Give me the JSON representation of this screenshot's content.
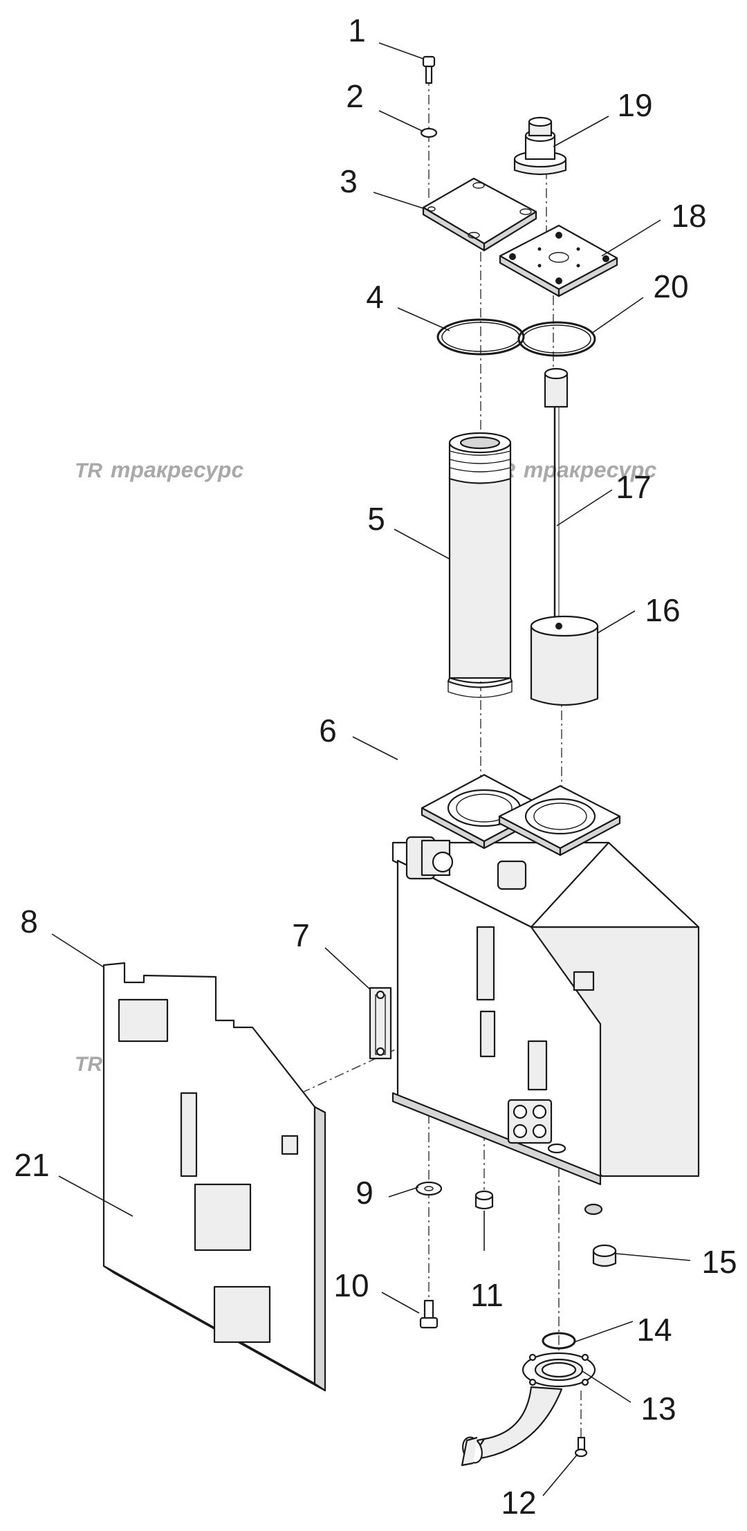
{
  "watermark": {
    "logo": "ТR",
    "text": "тракресурс"
  },
  "callouts": [
    {
      "id": "1",
      "label": "1"
    },
    {
      "id": "2",
      "label": "2"
    },
    {
      "id": "3",
      "label": "3"
    },
    {
      "id": "4",
      "label": "4"
    },
    {
      "id": "5",
      "label": "5"
    },
    {
      "id": "6",
      "label": "6"
    },
    {
      "id": "7",
      "label": "7"
    },
    {
      "id": "8",
      "label": "8"
    },
    {
      "id": "9",
      "label": "9"
    },
    {
      "id": "10",
      "label": "10"
    },
    {
      "id": "11",
      "label": "11"
    },
    {
      "id": "12",
      "label": "12"
    },
    {
      "id": "13",
      "label": "13"
    },
    {
      "id": "14",
      "label": "14"
    },
    {
      "id": "15",
      "label": "15"
    },
    {
      "id": "16",
      "label": "16"
    },
    {
      "id": "17",
      "label": "17"
    },
    {
      "id": "18",
      "label": "18"
    },
    {
      "id": "19",
      "label": "19"
    },
    {
      "id": "20",
      "label": "20"
    },
    {
      "id": "21",
      "label": "21"
    }
  ]
}
